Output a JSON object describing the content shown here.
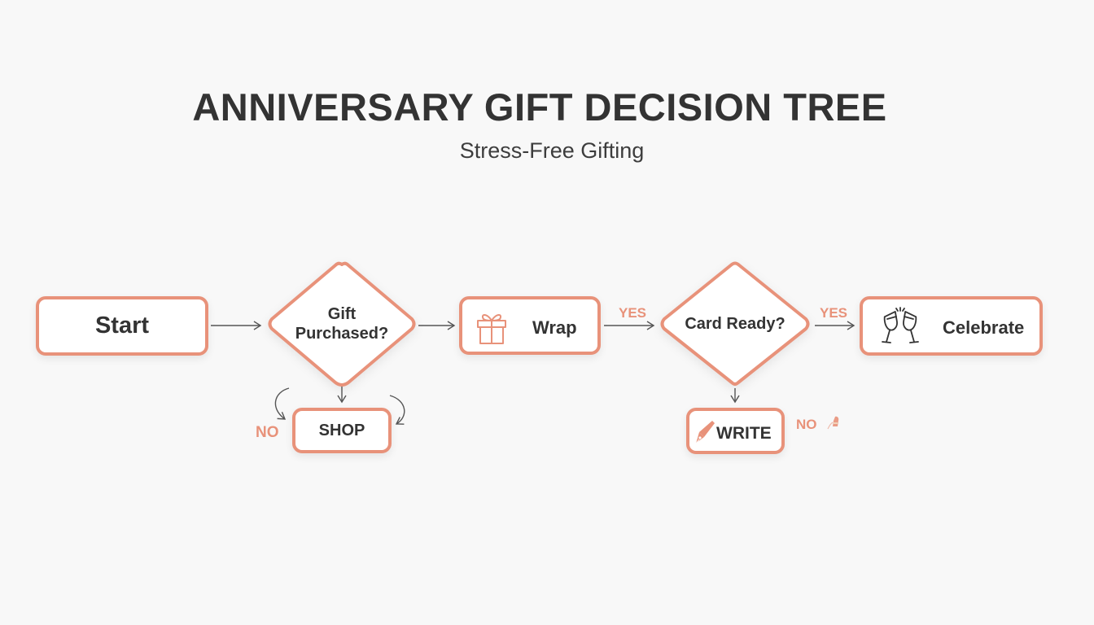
{
  "header": {
    "title": "ANNIVERSARY GIFT DECISION TREE",
    "subtitle": "Stress-Free Gifting"
  },
  "colors": {
    "accent": "#e8927a",
    "text": "#333333",
    "arrow": "#555555",
    "background": "#f8f8f8"
  },
  "nodes": {
    "start": {
      "label": "Start",
      "type": "process"
    },
    "gift_purchased": {
      "label_line1": "Gift",
      "label_line2": "Purchased?",
      "type": "decision"
    },
    "wrap": {
      "label": "Wrap",
      "type": "process",
      "icon": "gift-icon"
    },
    "card_ready": {
      "label": "Card Ready?",
      "type": "decision"
    },
    "celebrate": {
      "label": "Celebrate",
      "type": "process",
      "icon": "champagne-glasses-icon"
    },
    "shop": {
      "label": "SHOP",
      "type": "process"
    },
    "write": {
      "label": "WRITE",
      "type": "process",
      "icon": "fountain-pen-icon"
    }
  },
  "edges": {
    "start_to_gift": {
      "label": ""
    },
    "gift_to_wrap": {
      "label": ""
    },
    "wrap_to_card": {
      "label": "YES"
    },
    "card_to_celebrate": {
      "label": "YES"
    },
    "gift_to_shop": {
      "label": "NO"
    },
    "card_to_write": {
      "label": "NO"
    }
  }
}
